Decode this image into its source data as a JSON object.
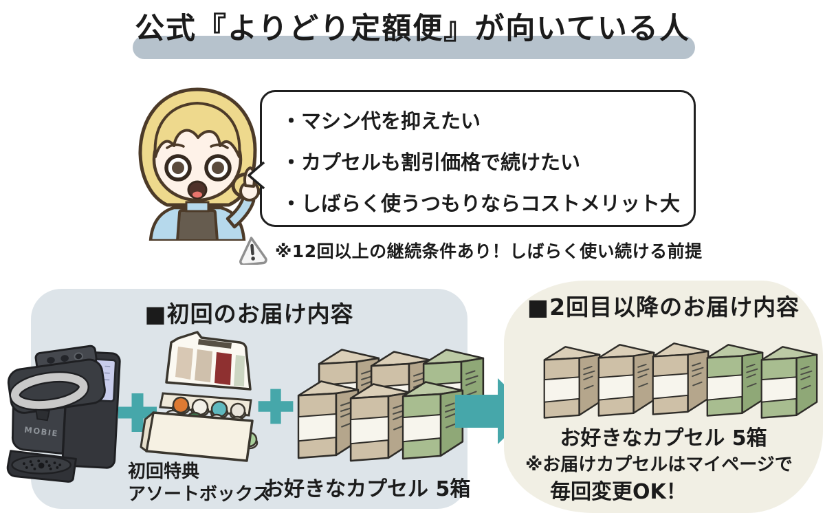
{
  "title": "公式『よりどり定額便』が向いている人",
  "speech_bubble": {
    "lines": [
      "・マシン代を抑えたい",
      "・カプセルも割引価格で続けたい",
      "・しばらく使うつもりならコストメリット大"
    ]
  },
  "caution_text": "※12回以上の継続条件あり！しばらく使い続ける前提",
  "first_delivery": {
    "heading": "■初回のお届け内容",
    "machine_brand": "MOBIE",
    "box_colors": [
      "tan",
      "tan",
      "green",
      "tan",
      "tan",
      "green"
    ],
    "assort_label_line1": "初回特典",
    "assort_label_line2": "アソートボックス",
    "capsule_label": "お好きなカプセル 5箱"
  },
  "second_delivery": {
    "heading": "■2回目以降のお届け内容",
    "box_colors": [
      "tan",
      "tan",
      "tan",
      "green",
      "green"
    ],
    "capsule_label": "お好きなカプセル 5箱",
    "note_line1": "※お届けカプセルはマイページで",
    "note_line2": "毎回変更OK！"
  },
  "icons": {
    "plus": "plus-icon",
    "arrow": "arrow-right-icon",
    "caution": "warning-icon"
  },
  "colors": {
    "title_highlight": "#b6c2cc",
    "panel_first_bg": "#dde4e9",
    "panel_second_bg": "#f1efe4",
    "accent_teal": "#46a7aa",
    "box_tan": "#cec0a7",
    "box_green": "#a8bd90",
    "outline": "#2e2c28"
  }
}
